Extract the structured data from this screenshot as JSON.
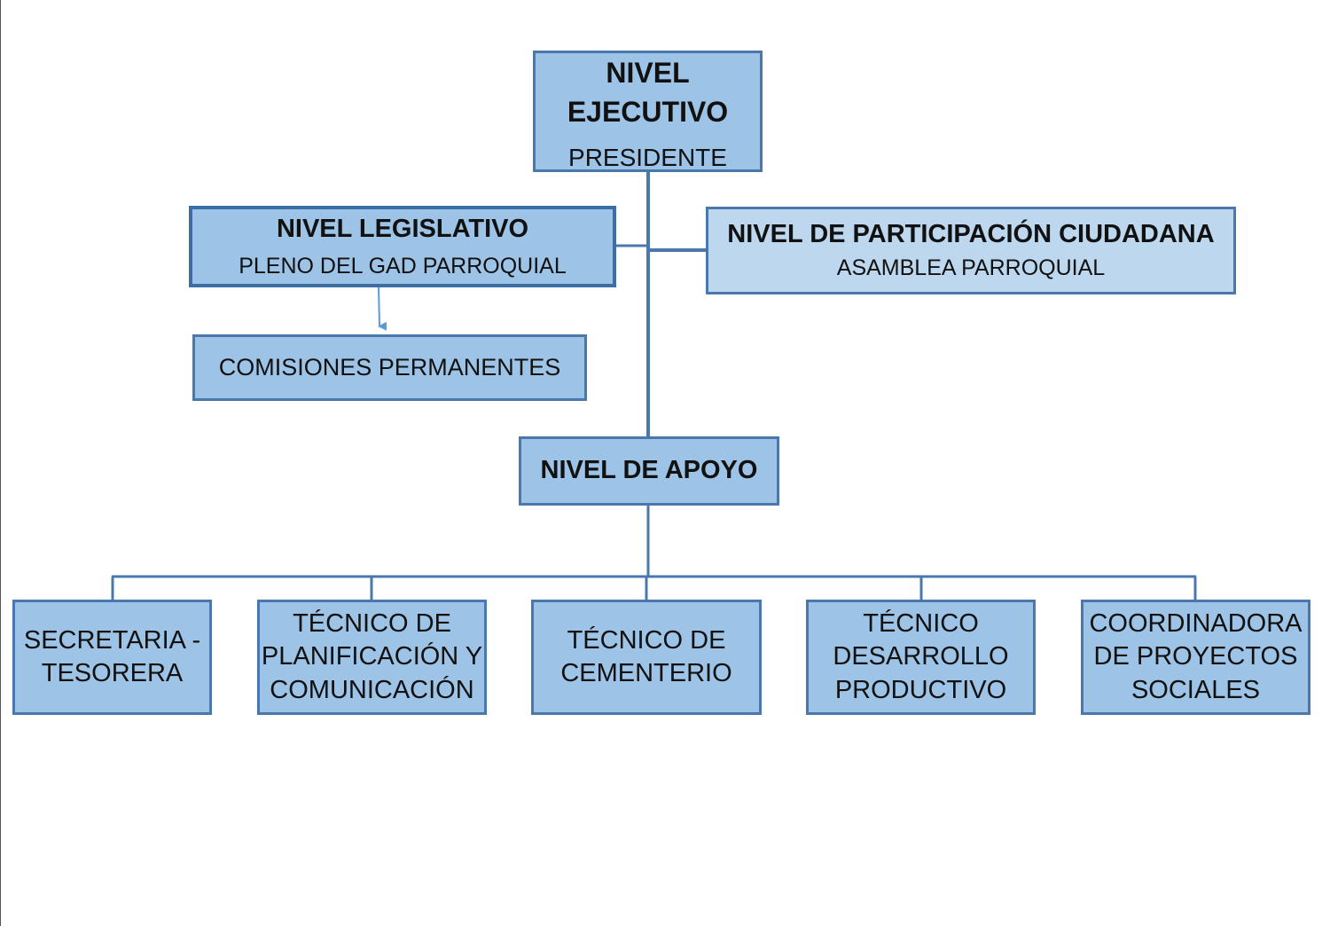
{
  "colors": {
    "box_fill": "#9dc3e6",
    "box_fill_light": "#bdd7ee",
    "box_border": "#4a78ad",
    "connector": "#4a78ad",
    "arrow": "#5b9bd5"
  },
  "ejecutivo": {
    "title_line1": "NIVEL",
    "title_line2": "EJECUTIVO",
    "subtitle": "PRESIDENTE"
  },
  "legislativo": {
    "title": "NIVEL LEGISLATIVO",
    "subtitle": "PLENO DEL GAD PARROQUIAL"
  },
  "participacion": {
    "title": "NIVEL DE PARTICIPACIÓN CIUDADANA",
    "subtitle": "ASAMBLEA PARROQUIAL"
  },
  "comisiones": {
    "label": "COMISIONES PERMANENTES"
  },
  "apoyo": {
    "title": "NIVEL DE APOYO"
  },
  "units": [
    {
      "line1": "SECRETARIA -",
      "line2": "TESORERA",
      "line3": ""
    },
    {
      "line1": "TÉCNICO DE",
      "line2": "PLANIFICACIÓN Y",
      "line3": "COMUNICACIÓN"
    },
    {
      "line1": "TÉCNICO DE",
      "line2": "CEMENTERIO",
      "line3": ""
    },
    {
      "line1": "TÉCNICO",
      "line2": "DESARROLLO",
      "line3": "PRODUCTIVO"
    },
    {
      "line1": "COORDINADORA",
      "line2": "DE PROYECTOS",
      "line3": "SOCIALES"
    }
  ]
}
